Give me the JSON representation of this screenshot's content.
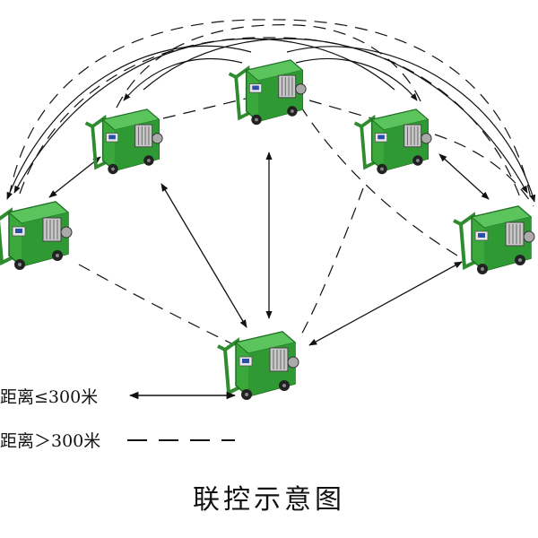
{
  "title": "联控示意图",
  "legend": {
    "solid_label": "距离≤300米",
    "dashed_label": "距离＞300米"
  },
  "machines": [
    {
      "id": "far-left"
    },
    {
      "id": "left"
    },
    {
      "id": "top-center"
    },
    {
      "id": "right"
    },
    {
      "id": "far-right"
    },
    {
      "id": "bottom-center"
    }
  ],
  "colors": {
    "body": "#3aa83a",
    "body_dark": "#1f6e24",
    "frame": "#2e8b2e",
    "panel": "#d9d9d9",
    "line": "#111111"
  }
}
